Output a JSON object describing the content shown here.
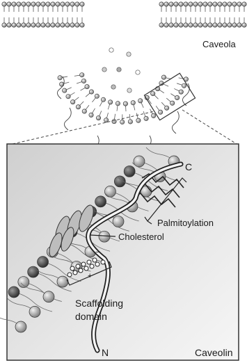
{
  "top_panel": {
    "label": "Caveola"
  },
  "bottom_panel": {
    "label": "Caveolin",
    "terminus_c": "C",
    "terminus_n": "N",
    "annotations": {
      "palmitoylation": "Palmitoylation",
      "cholesterol": "Cholesterol",
      "scaffolding_line1": "Scaffolding",
      "scaffolding_line2": "domain",
      "charge_plus": "+",
      "charge_minus": "−"
    }
  }
}
